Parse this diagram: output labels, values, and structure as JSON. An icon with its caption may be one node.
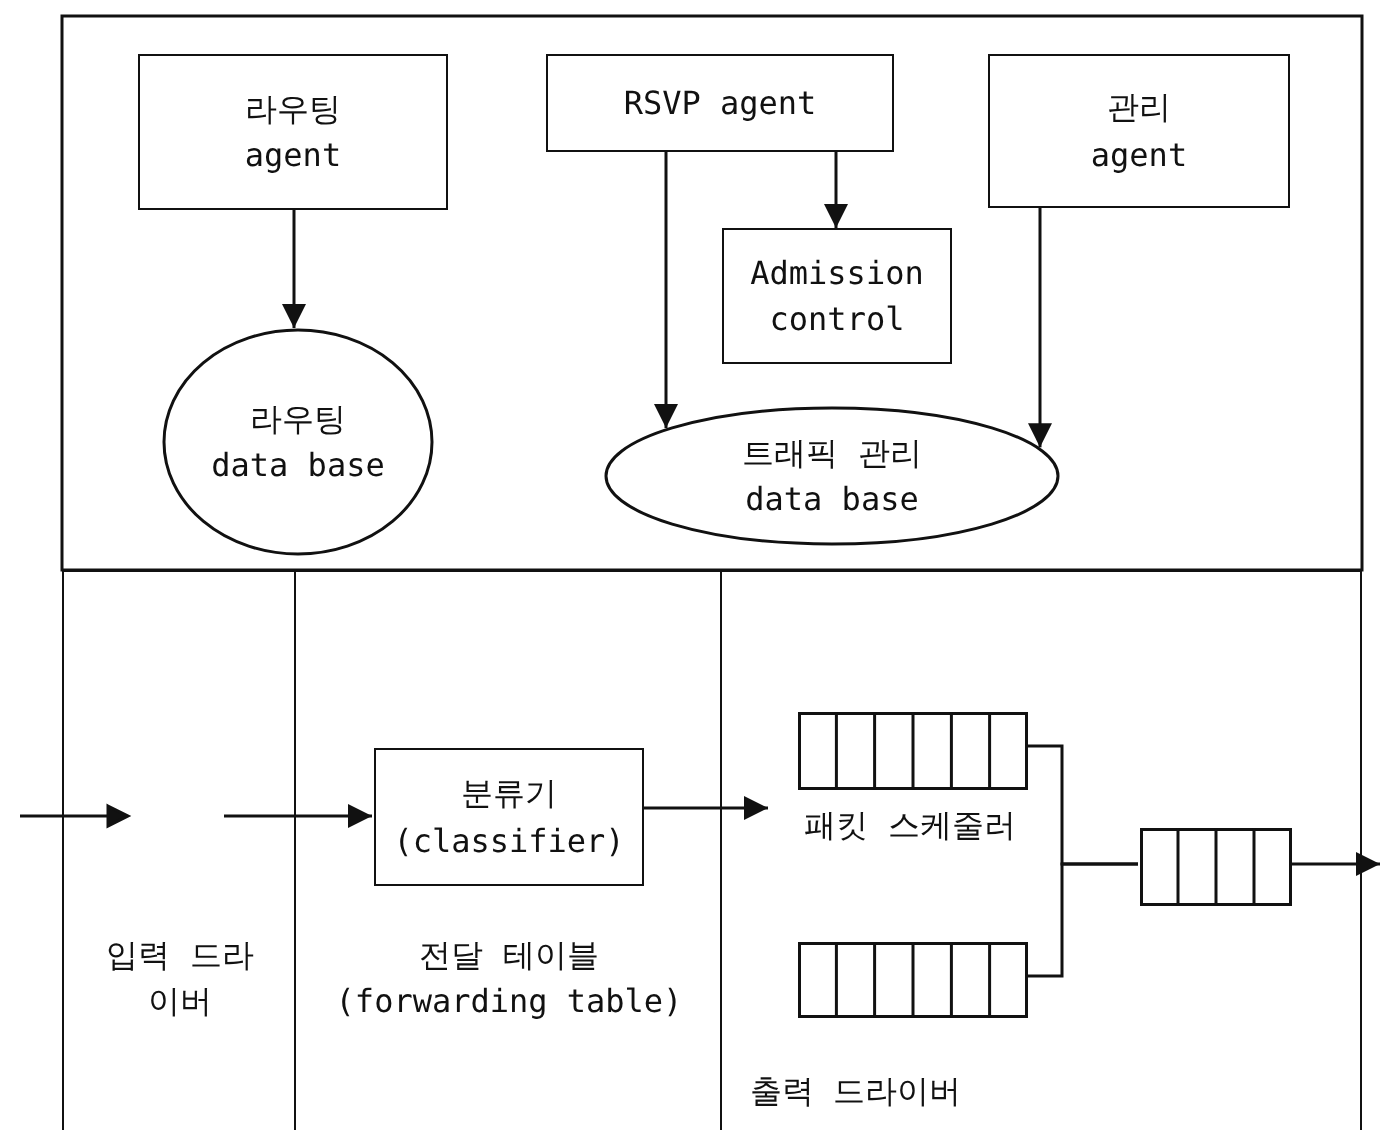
{
  "diagram": {
    "nodes": [
      {
        "text": [
          "라우팅 agent"
        ]
      },
      {
        "text": [
          "RSVP agent"
        ]
      },
      {
        "text": [
          "관리 agent"
        ]
      },
      {
        "text": [
          "Admission control"
        ]
      },
      {
        "text": [
          "라우팅 data base"
        ]
      },
      {
        "text": [
          "트래픽 관리 data base"
        ]
      },
      {
        "text": [
          "입력 드라이버"
        ]
      },
      {
        "text": [
          "전달 테이블 (forwarding table)"
        ]
      },
      {
        "text": [
          "분류기 (classifier)"
        ],
        "in": 7
      },
      {
        "text": [
          "출력 드라이버"
        ]
      },
      {
        "text": [],
        "shape": "box",
        "in": 9
      },
      {
        "text": [
          "패킷 스케줄러"
        ],
        "in": 9
      },
      {
        "text": [],
        "shape": "box",
        "in": 9
      },
      {
        "text": [],
        "shape": "box",
        "in": 9
      }
    ],
    "edges": [
      {
        "from": null,
        "to": 8,
        "arrow": "to"
      },
      {
        "from": 0,
        "to": 4,
        "arrow": "to"
      },
      {
        "from": 1,
        "to": 3,
        "arrow": "to"
      },
      {
        "from": 1,
        "to": 5,
        "arrow": "to"
      },
      {
        "from": 2,
        "to": 5,
        "arrow": "to"
      },
      {
        "from": 8,
        "to": 11,
        "arrow": "to"
      },
      {
        "from": 10,
        "to": 12,
        "arrow": "none"
      },
      {
        "from": 13,
        "to": 12,
        "arrow": "none"
      },
      {
        "from": 12,
        "to": null,
        "arrow": "to"
      }
    ]
  }
}
